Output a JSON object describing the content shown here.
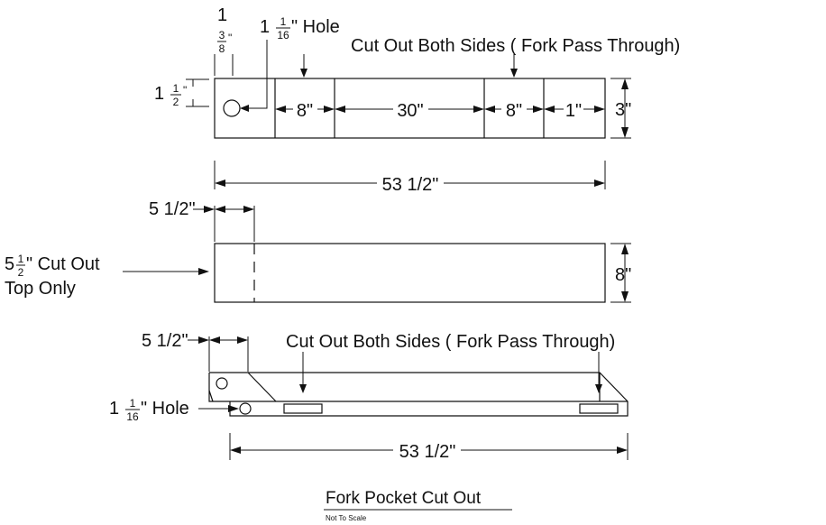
{
  "drawing": {
    "title": "Fork Pocket Cut Out",
    "subtitle": "Not To Scale"
  },
  "top_view": {
    "sheet_number": "1",
    "offset_dim": {
      "numerator": "3",
      "denominator": "8",
      "unit": "\""
    },
    "hole_label": {
      "whole": "1",
      "numerator": "1",
      "denominator": "16",
      "text": "\" Hole"
    },
    "callout": "Cut Out Both Sides ( Fork Pass Through)",
    "height_left_dim": {
      "whole": "1",
      "numerator": "1",
      "denominator": "2",
      "unit": "\""
    },
    "segments": [
      "8\"",
      "30\"",
      "8\"",
      "1\""
    ],
    "height_dim": "3\"",
    "overall_length": "53 1/2\""
  },
  "side_view": {
    "cut_dim": "5 1/2\"",
    "cut_note": {
      "whole": "5",
      "numerator": "1",
      "denominator": "2",
      "text": "\" Cut Out",
      "line2": "Top Only"
    },
    "height_dim": "8\""
  },
  "iso_view": {
    "cut_dim": "5 1/2\"",
    "callout": "Cut Out Both Sides ( Fork Pass Through)",
    "hole_label": {
      "whole": "1",
      "numerator": "1",
      "denominator": "16",
      "text": "\" Hole"
    },
    "overall_length": "53 1/2\""
  }
}
